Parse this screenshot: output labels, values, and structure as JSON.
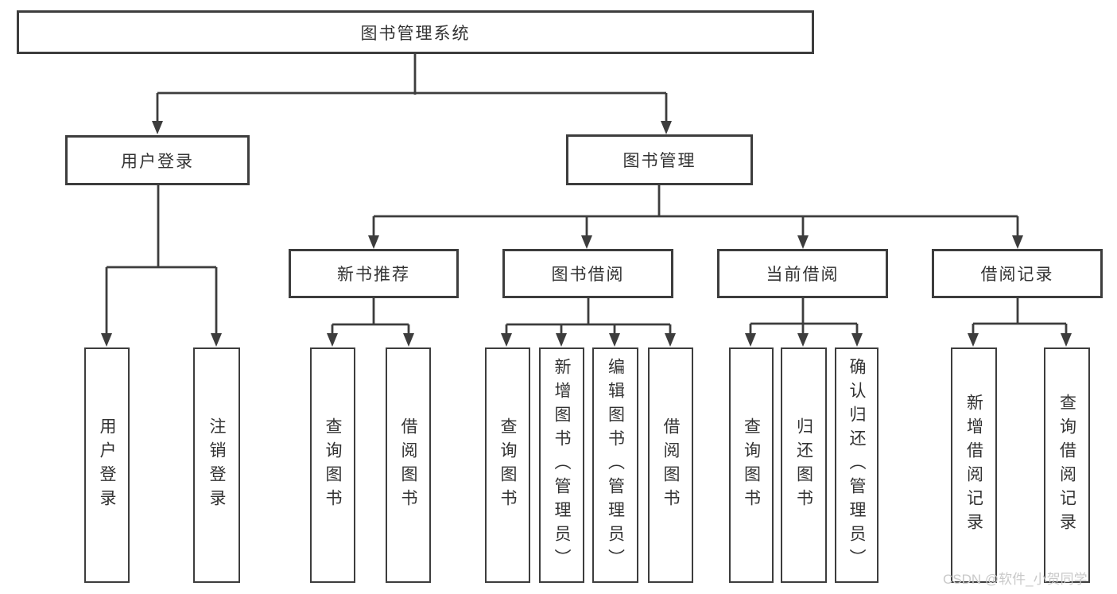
{
  "tree": {
    "label": "图书管理系统",
    "children": [
      {
        "label": "用户登录",
        "children": [
          {
            "label": "用户登录"
          },
          {
            "label": "注销登录"
          }
        ]
      },
      {
        "label": "图书管理",
        "children": [
          {
            "label": "新书推荐",
            "children": [
              {
                "label": "查询图书"
              },
              {
                "label": "借阅图书"
              }
            ]
          },
          {
            "label": "图书借阅",
            "children": [
              {
                "label": "查询图书"
              },
              {
                "label": "新增图书（管理员）"
              },
              {
                "label": "编辑图书（管理员）"
              },
              {
                "label": "借阅图书"
              }
            ]
          },
          {
            "label": "当前借阅",
            "children": [
              {
                "label": "查询图书"
              },
              {
                "label": "归还图书"
              },
              {
                "label": "确认归还（管理员）"
              }
            ]
          },
          {
            "label": "借阅记录",
            "children": [
              {
                "label": "新增借阅记录"
              },
              {
                "label": "查询借阅记录"
              }
            ]
          }
        ]
      }
    ]
  },
  "watermark": "CSDN @软件_小贺同学",
  "colors": {
    "line": "#3d3d3d",
    "text": "#333333",
    "watermark": "#c9c9c9"
  }
}
